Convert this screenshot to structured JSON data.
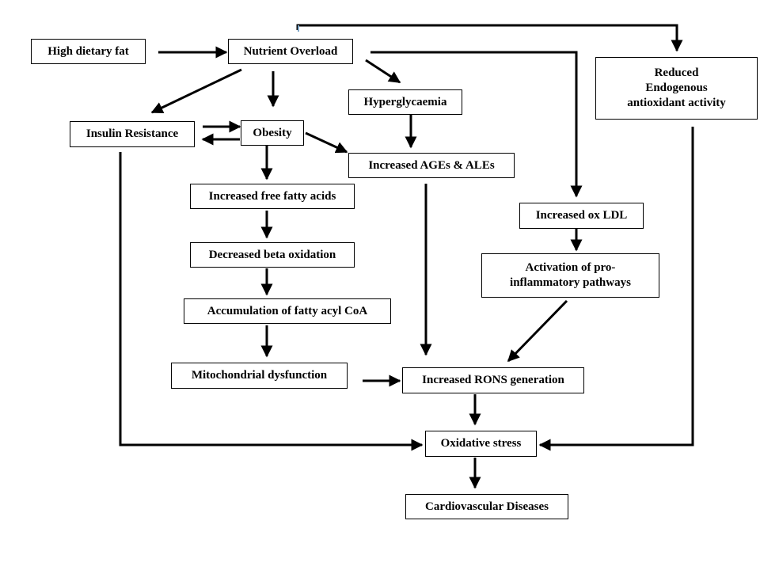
{
  "nodes": {
    "high_dietary_fat": "High dietary fat",
    "nutrient_overload": "Nutrient Overload",
    "reduced_antioxidant": [
      "Reduced",
      "Endogenous",
      "antioxidant activity"
    ],
    "hyperglycaemia": "Hyperglycaemia",
    "insulin_resistance": "Insulin Resistance",
    "obesity": "Obesity",
    "increased_ages_ales": "Increased AGEs & ALEs",
    "increased_ffa": "Increased free fatty acids",
    "increased_ox_ldl": "Increased ox LDL",
    "decreased_beta_oxidation": "Decreased beta oxidation",
    "activation_proinflammatory": [
      "Activation of pro-",
      "inflammatory pathways"
    ],
    "accumulation_fatty_acyl_coa": "Accumulation of fatty acyl CoA",
    "mitochondrial_dysfunction": "Mitochondrial dysfunction",
    "increased_rons": "Increased RONS generation",
    "oxidative_stress": "Oxidative stress",
    "cardiovascular_diseases": "Cardiovascular Diseases"
  },
  "colors": {
    "stroke": "#000000",
    "accent_tick": "#7fa7c9"
  }
}
